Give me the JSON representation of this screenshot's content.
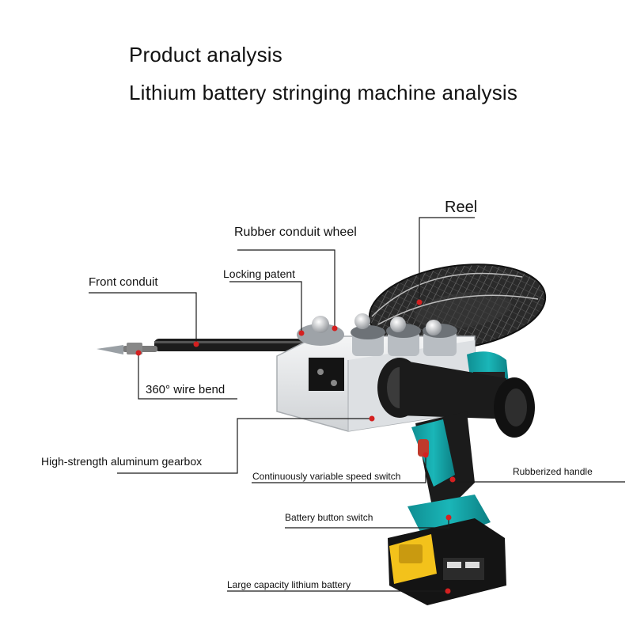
{
  "header": {
    "title": "Product analysis",
    "subtitle": "Lithium battery stringing machine analysis"
  },
  "callouts": {
    "reel": "Reel",
    "rubber_conduit_wheel": "Rubber conduit wheel",
    "locking_patent": "Locking patent",
    "front_conduit": "Front conduit",
    "wire_bend": "360° wire bend",
    "gearbox": "High-strength aluminum gearbox",
    "speed_switch": "Continuously variable speed switch",
    "rubberized_handle": "Rubberized handle",
    "battery_button_switch": "Battery button switch",
    "lithium_battery": "Large capacity lithium battery"
  },
  "colors": {
    "accent_teal": "#17a3a6",
    "body_black": "#1b1b1b",
    "gearbox_silver": "#e4e6e8",
    "battery_yellow": "#f3c21b",
    "marker_red": "#d42020"
  }
}
